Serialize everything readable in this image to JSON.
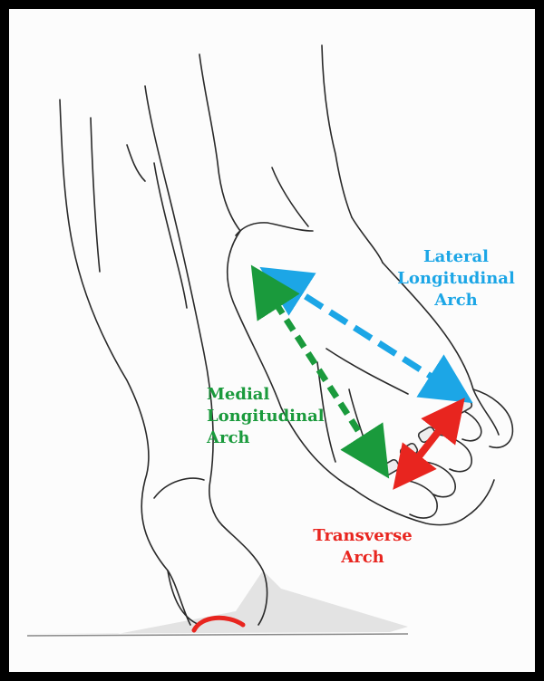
{
  "figure": {
    "colors": {
      "lateral": "#1ca6e6",
      "medial": "#1a9a3c",
      "transverse": "#e8251f",
      "heel_mark": "#e8251f",
      "frame": "#000000"
    },
    "labels": {
      "lateral": [
        "Lateral",
        "Longitudinal",
        "Arch"
      ],
      "medial": [
        "Medial",
        "Longitudinal",
        "Arch"
      ],
      "transverse": [
        "Transverse",
        "Arch"
      ]
    }
  }
}
